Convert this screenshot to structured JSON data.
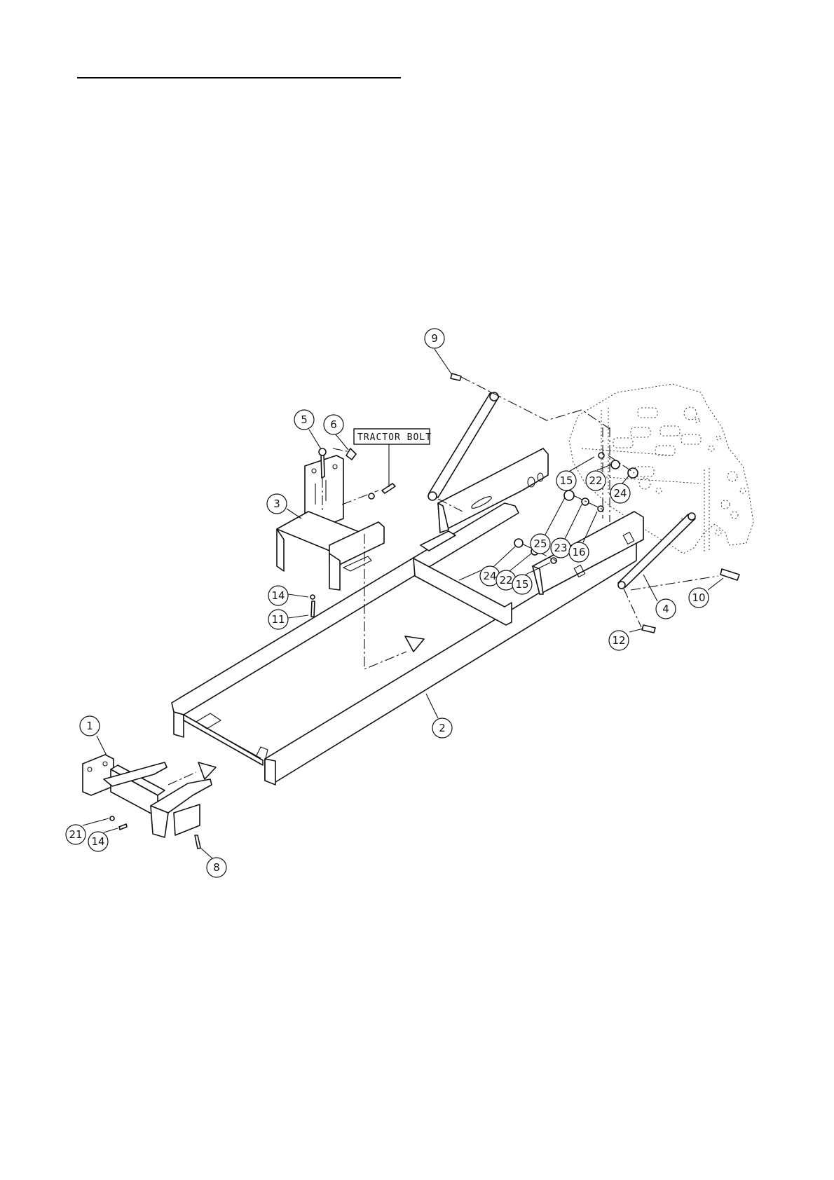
{
  "note": {
    "text": "TRACTOR BOLT"
  },
  "balloons": [
    {
      "id": "b-9",
      "label": "9"
    },
    {
      "id": "b-5",
      "label": "5"
    },
    {
      "id": "b-6",
      "label": "6"
    },
    {
      "id": "b-3",
      "label": "3"
    },
    {
      "id": "b-15a",
      "label": "15"
    },
    {
      "id": "b-22a",
      "label": "22"
    },
    {
      "id": "b-24a",
      "label": "24"
    },
    {
      "id": "b-25",
      "label": "25"
    },
    {
      "id": "b-23",
      "label": "23"
    },
    {
      "id": "b-16",
      "label": "16"
    },
    {
      "id": "b-24b",
      "label": "24"
    },
    {
      "id": "b-22b",
      "label": "22"
    },
    {
      "id": "b-15b",
      "label": "15"
    },
    {
      "id": "b-14a",
      "label": "14"
    },
    {
      "id": "b-11",
      "label": "11"
    },
    {
      "id": "b-4",
      "label": "4"
    },
    {
      "id": "b-10",
      "label": "10"
    },
    {
      "id": "b-12",
      "label": "12"
    },
    {
      "id": "b-2",
      "label": "2"
    },
    {
      "id": "b-1",
      "label": "1"
    },
    {
      "id": "b-21",
      "label": "21"
    },
    {
      "id": "b-14b",
      "label": "14"
    },
    {
      "id": "b-8",
      "label": "8"
    }
  ]
}
